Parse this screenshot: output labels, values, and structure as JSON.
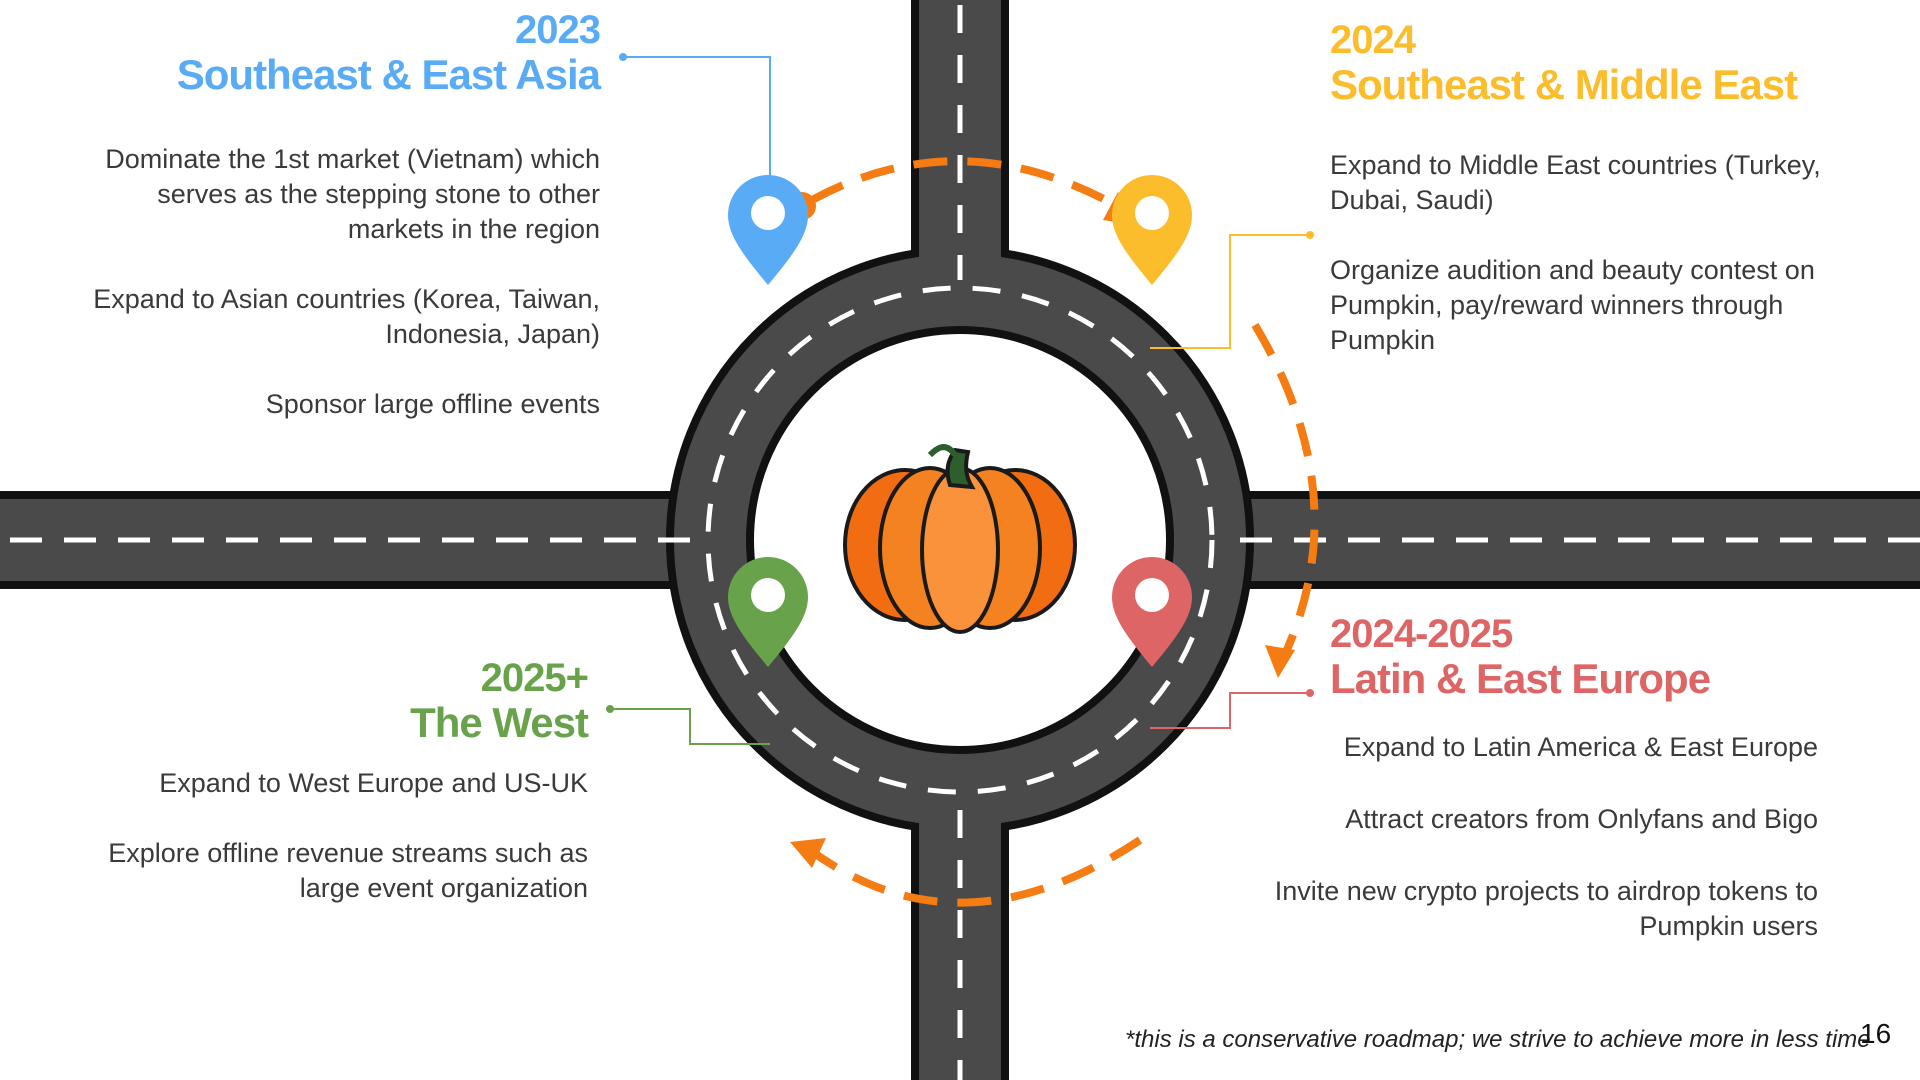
{
  "colors": {
    "road": "#4a4a4a",
    "road_edge": "#111111",
    "lane": "#ffffff",
    "arrow": "#f57c13",
    "q2023": "#5aabf5",
    "q2024": "#fbbd2b",
    "q2024_2025": "#de6565",
    "q2025": "#68a34b",
    "pumpkin": "#f26d12"
  },
  "icons": [
    "map-pin-icon",
    "pumpkin-icon",
    "arrow-icon"
  ],
  "milestones": {
    "m2023": {
      "year": "2023",
      "region": "Southeast & East Asia",
      "bullets": [
        "Dominate the 1st market (Vietnam) which serves as the stepping stone to other markets in the region",
        "Expand to Asian countries (Korea, Taiwan, Indonesia, Japan)",
        "Sponsor large offline events"
      ]
    },
    "m2024": {
      "year": "2024",
      "region": "Southeast & Middle East",
      "bullets": [
        "Expand to Middle East countries (Turkey, Dubai, Saudi)",
        "Organize audition and beauty contest on Pumpkin, pay/reward winners through Pumpkin"
      ]
    },
    "m2024_2025": {
      "year": "2024-2025",
      "region": "Latin & East Europe",
      "bullets": [
        "Expand to Latin America & East Europe",
        "Attract creators from Onlyfans and Bigo",
        "Invite new crypto projects to airdrop tokens to Pumpkin users"
      ]
    },
    "m2025": {
      "year": "2025+",
      "region": "The West",
      "bullets": [
        "Expand to West Europe and US-UK",
        "Explore offline revenue streams such as large event organization"
      ]
    }
  },
  "footnote": "*this is a conservative roadmap; we strive to achieve more in less time",
  "page_number": "16"
}
